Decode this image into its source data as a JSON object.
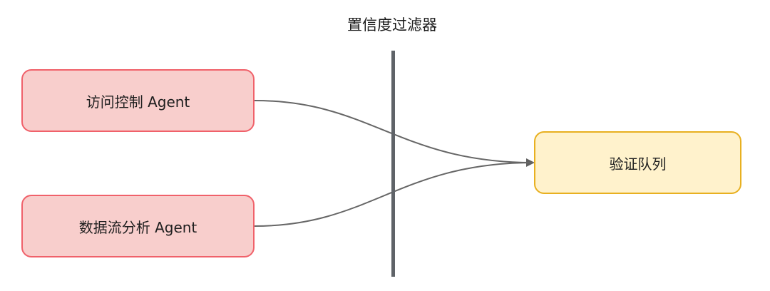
{
  "filter": {
    "label": "置信度过滤器"
  },
  "nodes": {
    "access_control": "访问控制 Agent",
    "data_flow": "数据流分析 Agent",
    "verify_queue": "验证队列"
  },
  "colors": {
    "agent_fill": "#f8cecc",
    "agent_stroke": "#f0616a",
    "queue_fill": "#fff2cc",
    "queue_stroke": "#e8b020",
    "edge": "#666666",
    "filter_bar": "#5f6368"
  }
}
